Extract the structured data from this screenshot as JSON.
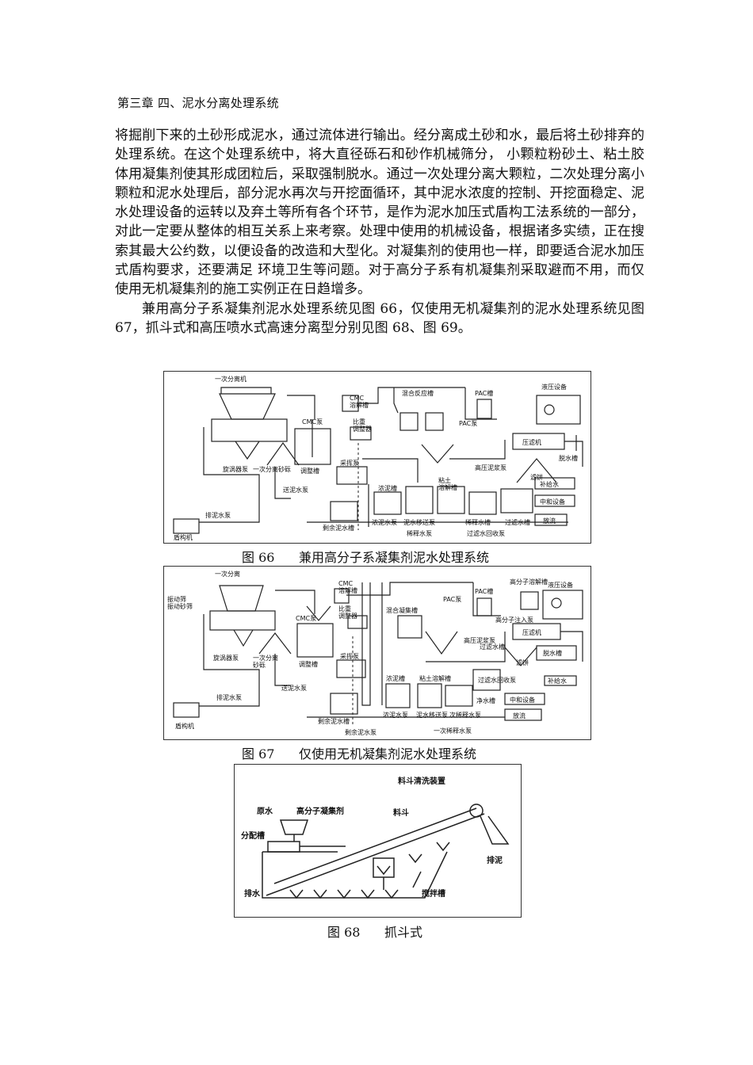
{
  "heading": "第三章 四、泥水分离处理系统",
  "paragraphs": [
    "将掘削下来的土砂形成泥水，通过流体进行输出。经分离成土砂和水，最后将土砂排弃的处理系统。在这个处理系统中，将大直径砾石和砂作机械筛分，  小颗粒粉砂土、粘土胶体用凝集剂使其形成团粒后，采取强制脱水。通过一次处理分离大颗粒，二次处理分离小颗粒和泥水处理后，部分泥水再次与开挖面循环，其中泥水浓度的控制、开挖面稳定、泥水处理设备的运转以及弃土等所有各个环节，是作为泥水加压式盾构工法系统的一部分，对此一定要从整体的相互关系上来考察。处理中使用的机械设备，根据诸多实绩，正在搜索其最大公约数，以便设备的改造和大型化。对凝集剂的使用也一样，即要适合泥水加压式盾构要求，还要满足 环境卫生等问题。对于高分子系有机凝集剂采取避而不用，而仅使用无机凝集剂的施工实例正在日趋增多。",
    "兼用高分子系凝集剂泥水处理系统见图 66，仅使用无机凝集剂的泥水处理系统见图 67，抓斗式和高压喷水式高速分离型分别见图 68、图 69。"
  ],
  "fig66": {
    "caption": "图 66      兼用高分子系凝集剂泥水处理系统",
    "labels": {
      "primary_sep": "一次分离机",
      "cyclone_pump": "旋涡器泵",
      "primary_sand": "一次分离砂砾",
      "cmc_tank": "CMC\n溶解槽",
      "cmc_pump": "CMC泵",
      "gravity_tank": "比重\n调整器",
      "adjust_tank": "调整槽",
      "mud_pump": "采挥泵",
      "return_pump": "送泥水泵",
      "mix_tank": "混合反应槽",
      "pac_tank": "PAC槽",
      "pac_pump": "PAC泵",
      "hydraulic": "液压设备",
      "filter_press": "压滤机",
      "dewater_tank": "脱水槽",
      "hp_pump": "高压泥浆泵",
      "cake": "滤饼",
      "makeup_water": "补给水",
      "neutralize": "中和设备",
      "discharge": "放流",
      "clay_tank": "粘土\n溶解槽",
      "conc_tank": "浓泥槽",
      "surplus_tank": "剩余泥水槽",
      "conc_pump": "浓泥水泵",
      "mud_transfer": "泥水移送泵",
      "dilute_tank": "稀释水槽",
      "dilute_pump": "稀释水泵",
      "filtrate_tank": "过滤水槽",
      "filtrate_pump": "过滤水回收泵",
      "discharge_pump": "排泥水泵",
      "shield": "盾构机"
    }
  },
  "fig67": {
    "caption": "图 67      仅使用无机凝集剂泥水处理系统",
    "labels": {
      "primary_sep": "一次分离",
      "vib_screen": "振动筛\n振动砂筛",
      "cyclone_pump": "旋涡器泵",
      "primary_sand": "一次分离\n砂砾",
      "cmc_tank": "CMC\n溶解槽",
      "gravity_tank": "比重\n调整器",
      "cmc_pump": "CMC泵",
      "adjust_tank": "调整槽",
      "mud_pump": "采挥泵",
      "return_pump": "送泥水泵",
      "mix_tank": "混合凝集槽",
      "pac_tank": "PAC槽",
      "pac_pump": "PAC泵",
      "polymer_tank": "高分子溶解槽",
      "hydraulic": "液压设备",
      "polymer_pump": "高分子注入泵",
      "filter_press": "压滤机",
      "filtrate_tank": "过滤水槽",
      "dewater_tank": "脱水槽",
      "cake": "滤饼",
      "filtrate_pump": "过滤水回收泵",
      "makeup_water": "补给水",
      "neutralize": "中和设备",
      "discharge": "放流",
      "clean_tank": "净水槽",
      "hp_pump": "高压泥浆泵",
      "clay_tank": "粘土溶解槽",
      "conc_tank": "浓泥槽",
      "surplus_tank": "剩余泥水槽",
      "surplus_pump": "剩余泥水泵",
      "conc_pump": "浓泥水泵",
      "mud_transfer": "泥水移送泵",
      "secondary_pump": "次稀释水泵",
      "primary_pump": "一次稀释水泵",
      "discharge_pump": "排泥水泵",
      "shield": "盾构机"
    }
  },
  "fig68": {
    "caption": "图 68      抓斗式",
    "labels": {
      "bucket_wash": "料斗清洗装置",
      "raw_water": "原水",
      "flocculant": "高分子凝集剂",
      "bucket": "料斗",
      "distributor": "分配槽",
      "sludge_out": "排泥",
      "drain": "排水",
      "stir_tank": "搅拌槽"
    }
  }
}
